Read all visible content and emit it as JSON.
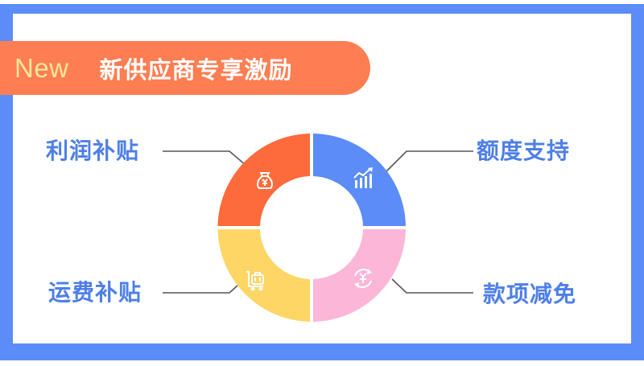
{
  "banner": {
    "tag": "New",
    "title": "新供应商专享激励"
  },
  "segments": [
    {
      "label": "利润补贴",
      "icon": "money-bag-icon",
      "color": "#fd6b3c",
      "position": "top-left"
    },
    {
      "label": "额度支持",
      "icon": "bar-chart-growth-icon",
      "color": "#5b8cf7",
      "position": "top-right"
    },
    {
      "label": "运费补贴",
      "icon": "luggage-cart-icon",
      "color": "#fdd666",
      "position": "bottom-left"
    },
    {
      "label": "款项减免",
      "icon": "yuan-refresh-icon",
      "color": "#fbb6d8",
      "position": "bottom-right"
    }
  ],
  "colors": {
    "frame": "#5b8cf7",
    "banner": "#fd7e52",
    "banner_tag": "#fde59a",
    "label_text": "#4e7fe8",
    "connector": "#555555"
  }
}
